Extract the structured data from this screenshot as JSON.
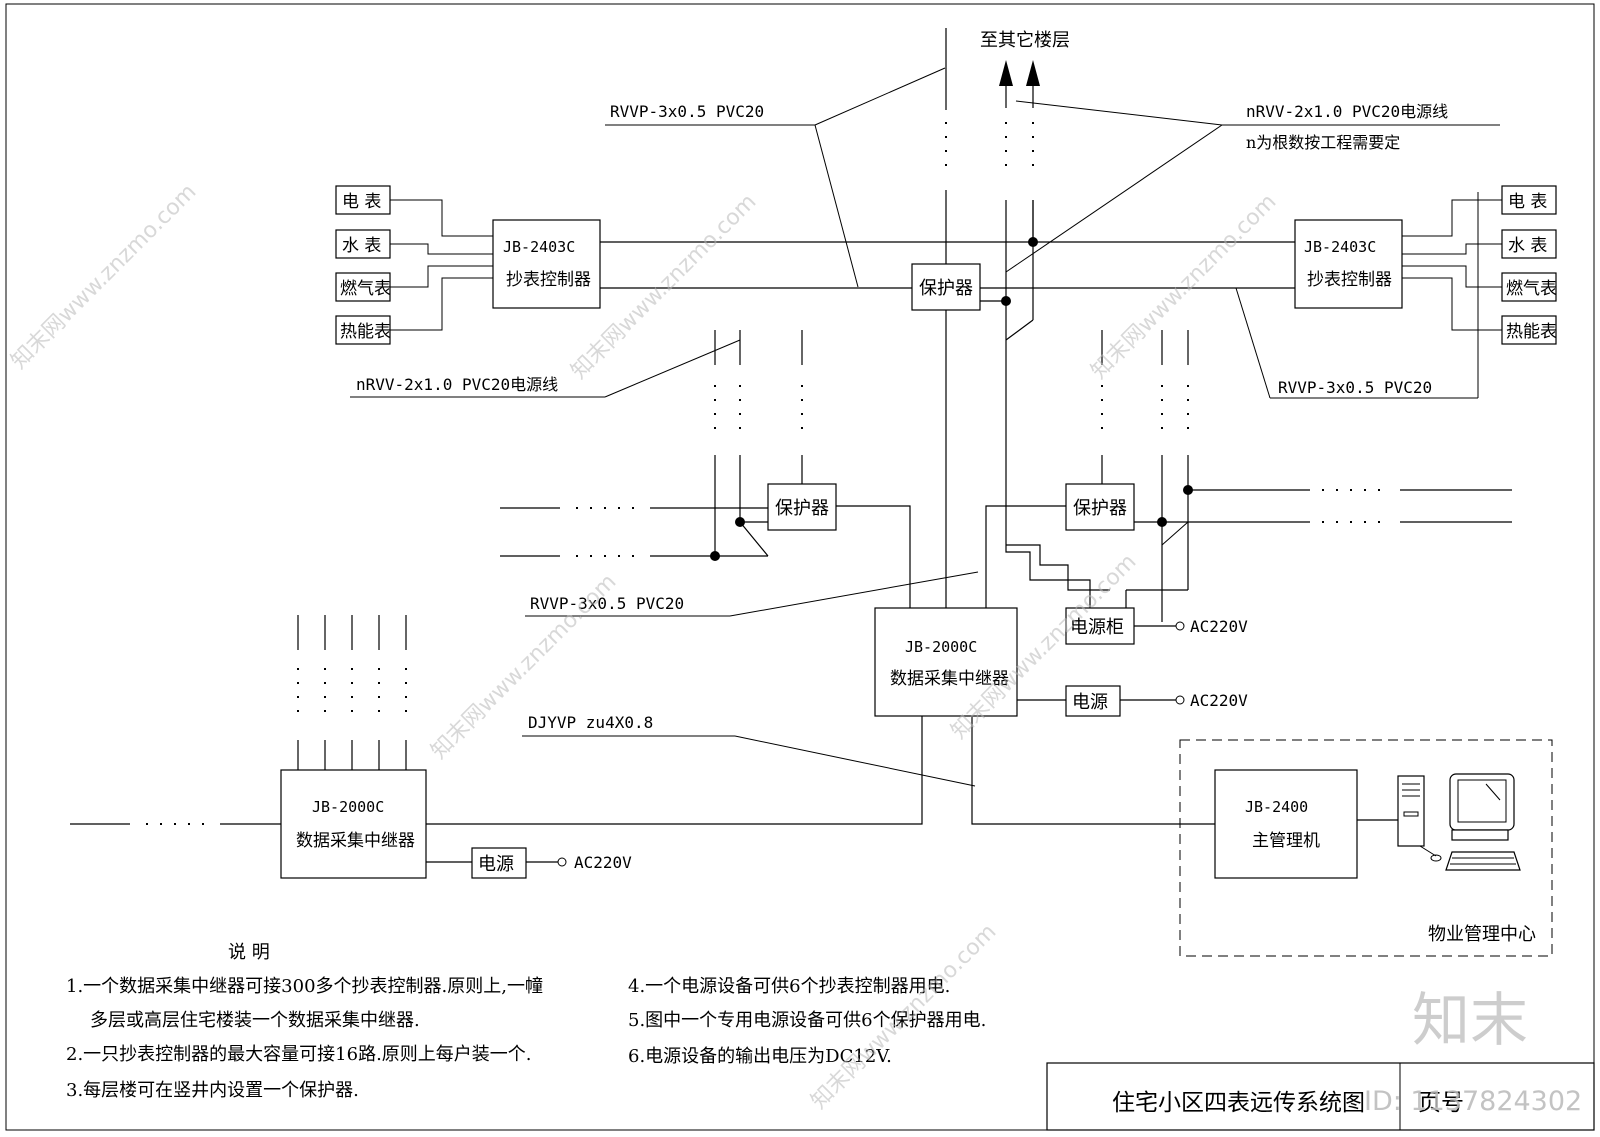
{
  "top_label": "至其它楼层",
  "cable_labels": {
    "rvvp_top": "RVVP-3x0.5 PVC20",
    "nrvv_top": "nRVV-2x1.0 PVC20电源线",
    "nrvv_top_note": "n为根数按工程需要定",
    "nrvv_left": "nRVV-2x1.0 PVC20电源线",
    "rvvp_right": "RVVP-3x0.5 PVC20",
    "rvvp_mid": "RVVP-3x0.5 PVC20",
    "djyvp": "DJYVP  zu4X0.8"
  },
  "meters_left": [
    "电 表",
    "水 表",
    "燃气表",
    "热能表"
  ],
  "meters_right": [
    "电 表",
    "水 表",
    "燃气表",
    "热能表"
  ],
  "controller_left": {
    "model": "JB-2403C",
    "name": "抄表控制器"
  },
  "controller_right": {
    "model": "JB-2403C",
    "name": "抄表控制器"
  },
  "protector_center": "保护器",
  "protector_left": "保护器",
  "protector_right": "保护器",
  "concentrator_center": {
    "model": "JB-2000C",
    "name": "数据采集中继器"
  },
  "concentrator_left": {
    "model": "JB-2000C",
    "name": "数据采集中继器"
  },
  "power_cabinet": "电源柜",
  "power_center": "电源",
  "power_left": "电源",
  "ac_labels": [
    "AC220V",
    "AC220V",
    "AC220V"
  ],
  "host": {
    "model": "JB-2400",
    "name": "主管理机"
  },
  "management_center": "物业管理中心",
  "notes": {
    "title": "说  明",
    "items": [
      "1.一个数据采集中继器可接300多个抄表控制器.原则上,一幢",
      "多层或高层住宅楼装一个数据采集中继器.",
      "2.一只抄表控制器的最大容量可接16路.原则上每户装一个.",
      "3.每层楼可在竖井内设置一个保护器.",
      "4.一个电源设备可供6个抄表控制器用电.",
      "5.图中一个专用电源设备可供6个保护器用电.",
      "6.电源设备的输出电压为DC12V."
    ]
  },
  "title_block": {
    "title": "住宅小区四表远传系统图",
    "page_label": "页号"
  },
  "watermark": {
    "brand": "知末",
    "id": "ID: 1137824302",
    "site": "知末网www.znzmo.com"
  }
}
